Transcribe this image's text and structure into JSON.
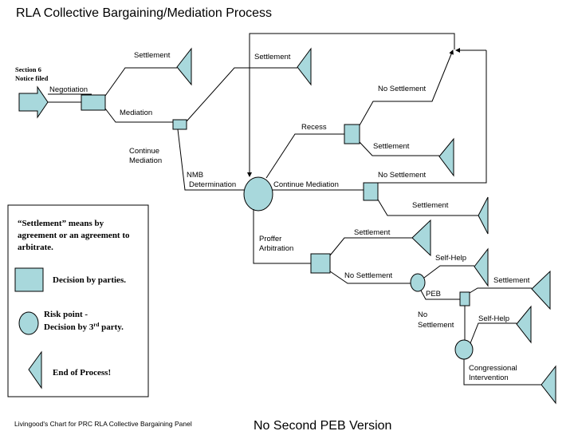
{
  "title": "RLA Collective Bargaining/Mediation Process",
  "notice": [
    "Section 6",
    "Notice filed"
  ],
  "labels": {
    "negotiation": "Negotiation",
    "settlement": "Settlement",
    "mediation": "Mediation",
    "continue_mediation_lines": [
      "Continue",
      "Mediation"
    ],
    "nmb": "NMB",
    "determination": "Determination",
    "continue_mediation": "Continue Mediation",
    "recess": "Recess",
    "no_settlement": "No Settlement",
    "proffer": "Proffer",
    "arbitration": "Arbitration",
    "self_help": "Self-Help",
    "peb": "PEB",
    "no": "No",
    "congressional": "Congressional",
    "intervention": "Intervention"
  },
  "legend": {
    "settlement_def": [
      "“Settlement” means by",
      "agreement or an agreement to",
      "arbitrate."
    ],
    "decision_parties": "Decision by parties.",
    "risk_point": "Risk point  -",
    "decision_third": "Decision by 3",
    "decision_third_sup": "rd",
    "decision_third_end": " party.",
    "end_process": "End of Process!"
  },
  "footer": {
    "credit": "Livingood's Chart for PRC RLA Collective Bargaining Panel",
    "version": "No Second PEB Version"
  },
  "colors": {
    "shape_fill": "#a8d8dc",
    "line": "#000000"
  }
}
